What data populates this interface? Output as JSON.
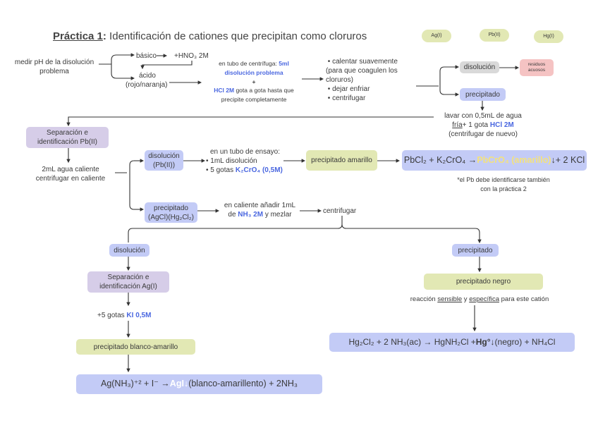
{
  "title": {
    "bold": "Práctica 1",
    "colon": ":",
    "rest": " Identificación de cationes que precipitan como cloruros"
  },
  "cations": [
    "Ag(I)",
    "Pb(II)",
    "Hg(I)"
  ],
  "step1": {
    "text": "medir pH de la disolución problema",
    "basico": "básico",
    "hno3": "+HNO₃ 2M",
    "acido": "ácido",
    "acido_note": "(rojo/naranja)"
  },
  "step2": {
    "line1": "en tubo de centrífuga: ",
    "line1_blue": "5ml disolución problema",
    "plus": "+",
    "hcl": "HCl 2M",
    "line2": " gota a gota hasta que precipite completamente"
  },
  "step3": {
    "items": [
      "calentar suavemente",
      "(para que coagulen los cloruros)",
      "dejar enfriar",
      "centrifugar"
    ]
  },
  "split1": {
    "disolucion": "disolución",
    "residuos": "residuos acuosos",
    "precipitado": "precipitado"
  },
  "wash": {
    "line1": "lavar con 0,5mL de agua",
    "fria": "fría",
    "plus": "+ 1 gota ",
    "hcl": "HCl 2M",
    "line3": "(centrifugar de nuevo)"
  },
  "pb": {
    "box": "Separación e identificación Pb(II)",
    "hot": "2mL agua caliente centrifugar en caliente",
    "disolucion": "disolución (Pb(II))",
    "tubo": "en un tubo de ensayo:",
    "items": [
      "1mL disolución",
      "5 gotas "
    ],
    "k2cro4": "K₂CrO₄ (0,5M)",
    "precip": "precipitado amarillo",
    "eq_a": "PbCl₂ + K₂CrO₄ → ",
    "eq_b": "PbCrO₄ (amarillo)",
    "eq_c": " ↓+ 2 KCl",
    "note": "*el Pb debe identificarse también con la práctica 2"
  },
  "agcl": {
    "box": "precipitado (AgCl)(Hg₂Cl₂)",
    "text1": "en caliente añadir 1mL de ",
    "nh3": "NH₃ 2M",
    "text2": " y mezlar",
    "centrifugar": "centrifugar"
  },
  "ag": {
    "disolucion": "disolución",
    "box": "Separación e identificación Ag(I)",
    "ki_a": "+5 gotas ",
    "ki_b": "KI 0,5M",
    "precip": "precipitado blanco-amarillo",
    "eq_a": "Ag(NH₃)⁺² + I⁻ → ",
    "eq_b": "AgI↓",
    "eq_c": " (blanco-amarillento) + 2NH₃"
  },
  "hg": {
    "precipitado": "precipitado",
    "precip": "precipitado negro",
    "r_a": "reacción ",
    "r_b": "sensible",
    "r_c": " y ",
    "r_d": "específica",
    "r_e": " para este catión",
    "eq_a": "Hg₂Cl₂ + 2 NH₃(ac) → HgNH₂Cl + ",
    "eq_b": "Hg°↓",
    "eq_c": " (negro) + NH₄Cl"
  },
  "colors": {
    "purple": "#d6cde8",
    "blue": "#c3cbf6",
    "green": "#e2e8b4",
    "grey": "#d9d9d9",
    "red": "#f5c3c3",
    "blue_text": "#4a67e0",
    "yellow_text": "#f4e27c"
  }
}
